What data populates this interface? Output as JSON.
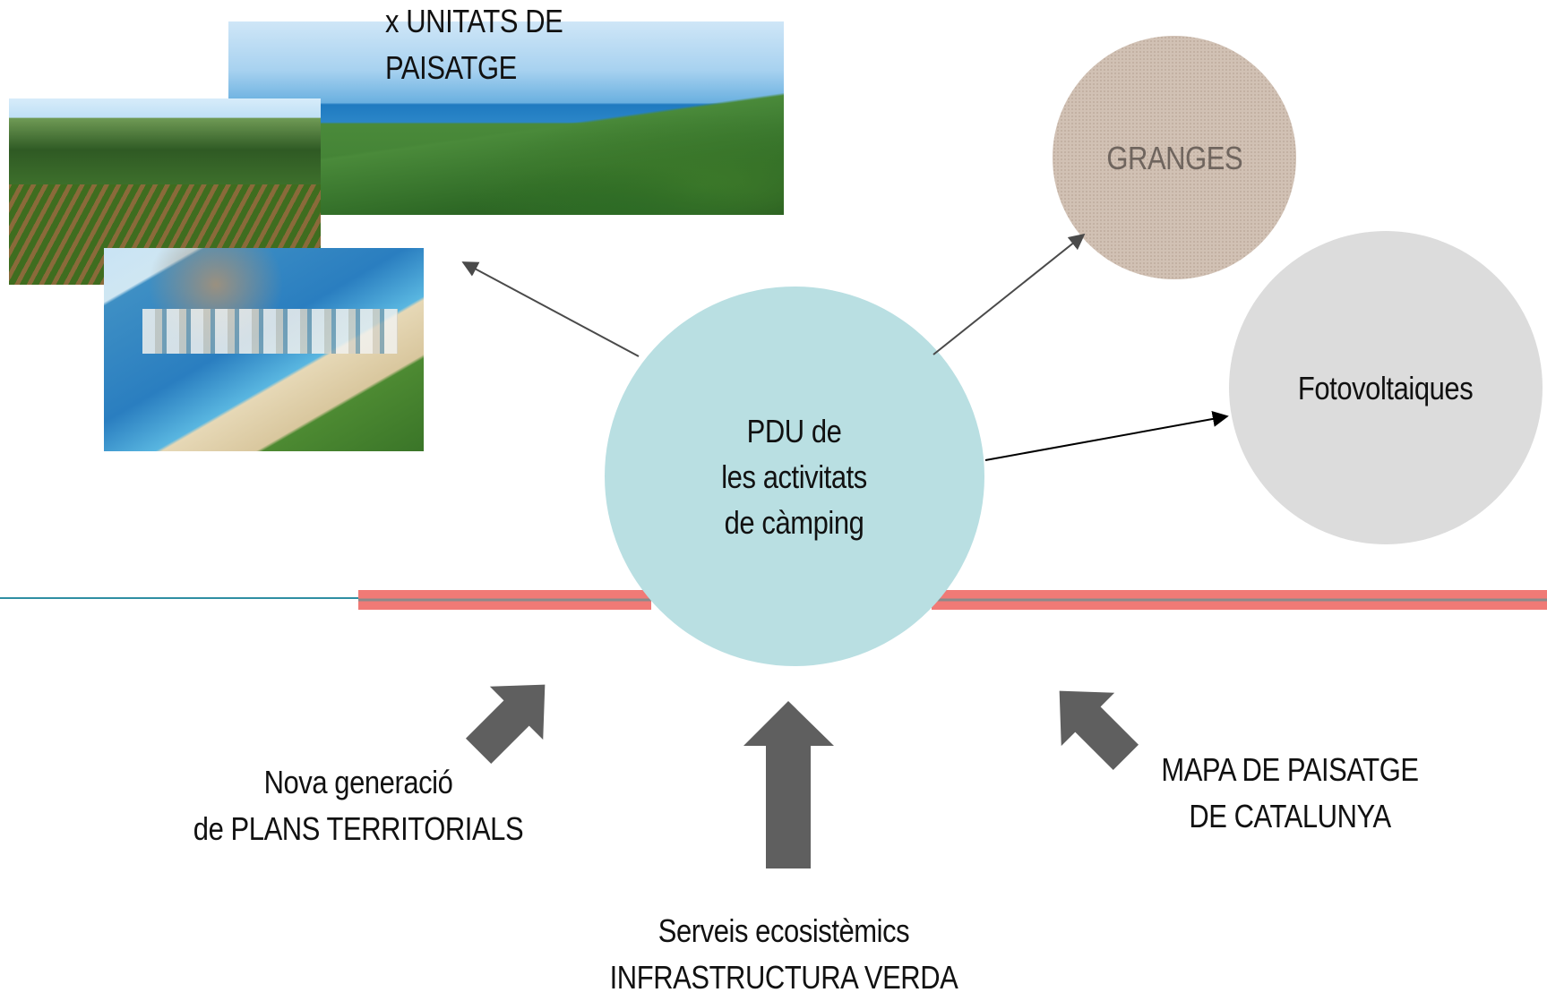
{
  "photos": {
    "caption_lines": [
      "x UNITATS DE",
      "PAISATGE"
    ],
    "items": [
      "panorama-photo",
      "vineyard-photo",
      "beach-photo"
    ]
  },
  "center": {
    "lines": [
      "PDU de",
      "les activitats",
      "de càmping"
    ],
    "color": "#b9dfe2"
  },
  "granges": {
    "label": "GRANGES",
    "color": "#d1c1b4"
  },
  "fotovoltaiques": {
    "label": "Fotovoltaiques",
    "color": "#dcdcdc"
  },
  "inputs": {
    "left": {
      "lines": [
        "Nova generació",
        "de PLANS TERRITORIALS"
      ]
    },
    "bottom": {
      "lines": [
        "Serveis ecosistèmics",
        "INFRASTRUCTURA VERDA"
      ]
    },
    "right": {
      "lines": [
        "MAPA DE PAISATGE",
        "DE CATALUNYA"
      ]
    }
  },
  "colors": {
    "block_arrow": "#5f5f5f",
    "band": "#f07a76",
    "band_line": "#8a8a8a",
    "teal_line": "#2f8fa3",
    "connector": "#4a4a4a"
  }
}
